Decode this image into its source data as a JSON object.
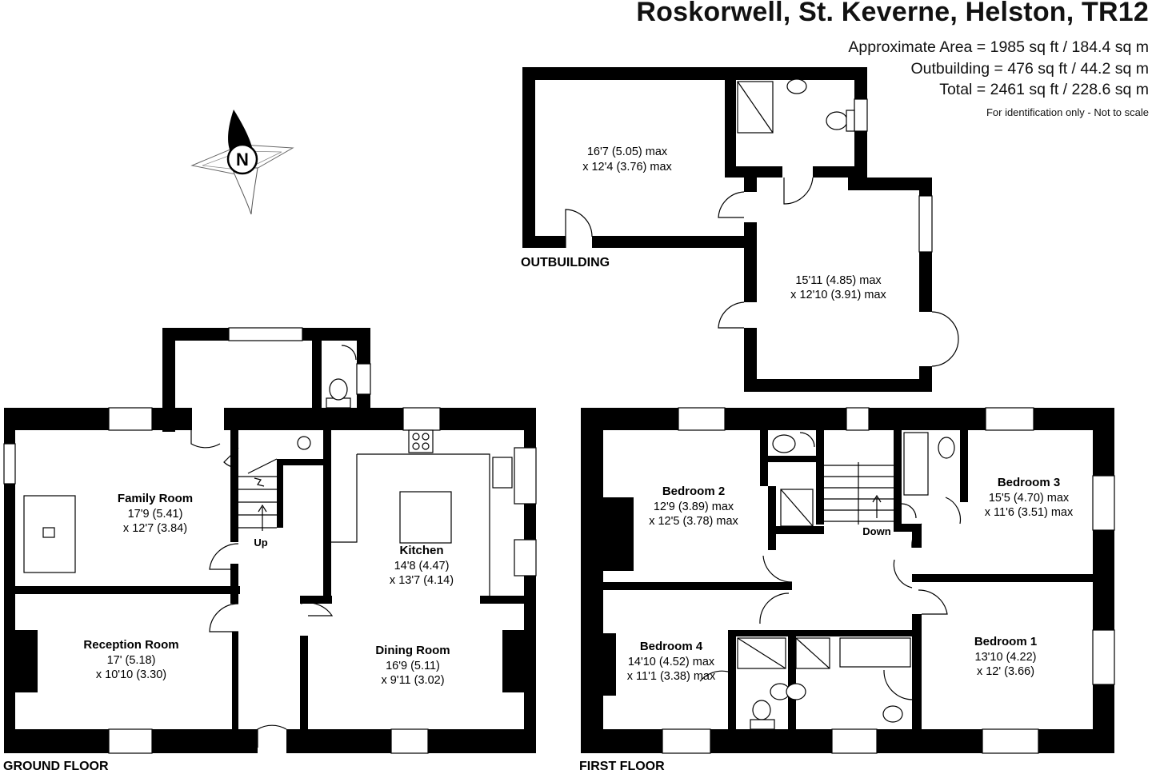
{
  "header": {
    "title": "Roskorwell, St. Keverne, Helston, TR12",
    "area_main": "Approximate Area = 1985 sq ft / 184.4 sq m",
    "area_outbuilding": "Outbuilding = 476 sq ft / 44.2 sq m",
    "area_total": "Total = 2461 sq ft / 228.6 sq m",
    "note": "For identification only - Not to scale"
  },
  "compass": {
    "label": "N"
  },
  "floors": {
    "ground": "GROUND FLOOR",
    "first": "FIRST FLOOR",
    "outbuilding": "OUTBUILDING"
  },
  "rooms": {
    "family_room": {
      "name": "Family Room",
      "dim1": "17'9 (5.41)",
      "dim2": "x 12'7 (3.84)"
    },
    "reception_room": {
      "name": "Reception Room",
      "dim1": "17' (5.18)",
      "dim2": "x 10'10 (3.30)"
    },
    "kitchen": {
      "name": "Kitchen",
      "dim1": "14'8 (4.47)",
      "dim2": "x 13'7 (4.14)"
    },
    "dining_room": {
      "name": "Dining Room",
      "dim1": "16'9 (5.11)",
      "dim2": "x 9'11 (3.02)"
    },
    "bedroom_2": {
      "name": "Bedroom 2",
      "dim1": "12'9 (3.89) max",
      "dim2": "x 12'5 (3.78) max"
    },
    "bedroom_3": {
      "name": "Bedroom 3",
      "dim1": "15'5 (4.70) max",
      "dim2": "x 11'6 (3.51) max"
    },
    "bedroom_4": {
      "name": "Bedroom 4",
      "dim1": "14'10 (4.52) max",
      "dim2": "x 11'1 (3.38) max"
    },
    "bedroom_1": {
      "name": "Bedroom 1",
      "dim1": "13'10 (4.22)",
      "dim2": "x 12' (3.66)"
    },
    "outbuilding_room_1": {
      "dim1": "16'7 (5.05) max",
      "dim2": "x 12'4 (3.76) max"
    },
    "outbuilding_room_2": {
      "dim1": "15'11 (4.85) max",
      "dim2": "x 12'10 (3.91) max"
    }
  },
  "stairs": {
    "up": "Up",
    "down": "Down"
  }
}
